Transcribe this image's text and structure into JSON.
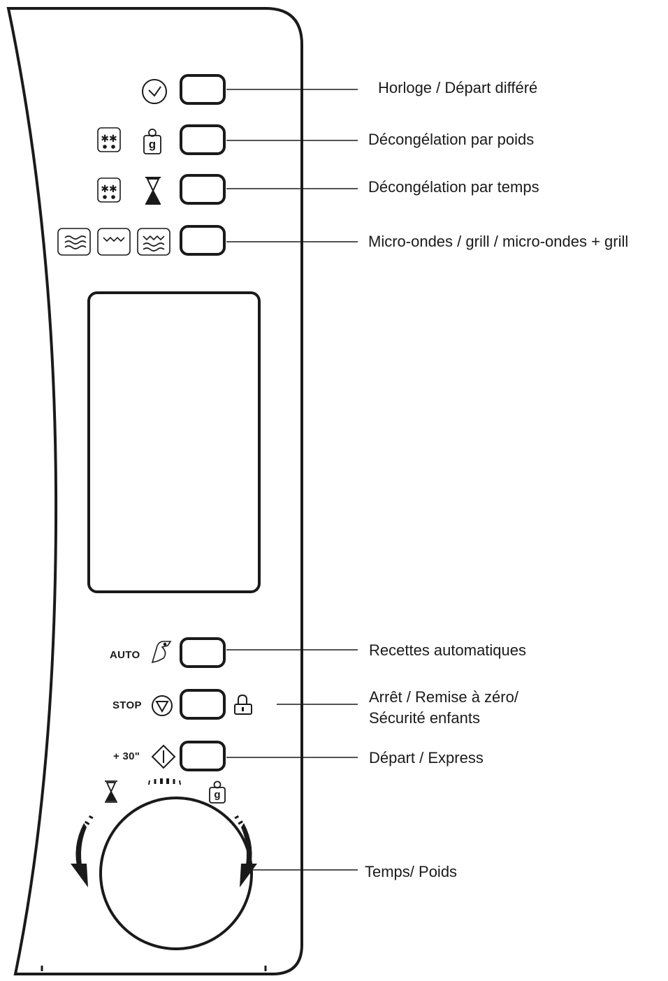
{
  "labels": {
    "clock": "Horloge / Départ différé",
    "defrost_weight": "Décongélation par poids",
    "defrost_time": "Décongélation par temps",
    "modes": "Micro-ondes / grill / micro-ondes + grill",
    "auto_recipes": "Recettes automatiques",
    "stop_line1": "Arrêt / Remise à zéro/",
    "stop_line2": "Sécurité enfants",
    "start": "Départ / Express",
    "dial": "Temps/ Poids"
  },
  "button_text": {
    "auto": "AUTO",
    "stop": "STOP",
    "plus30": "+ 30\""
  },
  "icons": {
    "weight_glyph": "g"
  },
  "colors": {
    "ink": "#1a1a1a",
    "background": "#ffffff"
  }
}
